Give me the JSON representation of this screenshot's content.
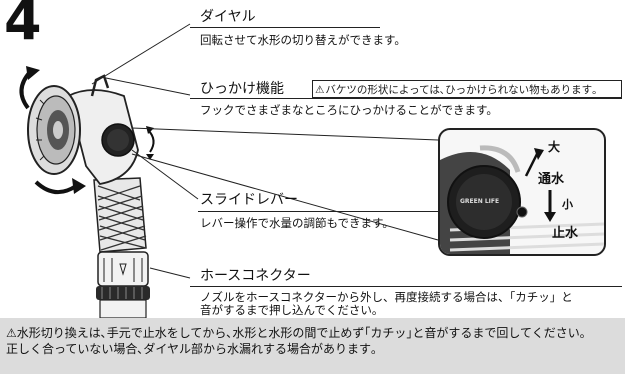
{
  "step_number": "4",
  "features": {
    "dial": {
      "title": "ダイヤル",
      "description": "回転させて水形の切り替えができます。"
    },
    "hook": {
      "title": "ひっかけ機能",
      "warning": "バケツの形状によっては､ひっかけられない物もあります｡",
      "description": "フックでさまざまなところにひっかけることができます。"
    },
    "slide_lever": {
      "title": "スライドレバー",
      "description": "レバー操作で水量の調節もできます。"
    },
    "hose_connector": {
      "title": "ホースコネクター",
      "description_line1": "ノズルをホースコネクターから外し、再度接続する場合は、「カチッ」と",
      "description_line2": "音がするまで押し込んでください。"
    }
  },
  "inset": {
    "large": "大",
    "water_flow": "通水",
    "small": "小",
    "water_stop": "止水",
    "brand": "GREEN LIFE"
  },
  "note": {
    "line1": "水形切り換えは､手元で止水をしてから､水形と水形の間で止めず｢カチッ｣と音がするまで回してください｡",
    "line2": "正しく合っていない場合､ダイヤル部から水漏れする場合があります｡"
  },
  "brand_on_nozzle": "GREEN LIFE",
  "warning_icon": "warning-triangle-icon"
}
